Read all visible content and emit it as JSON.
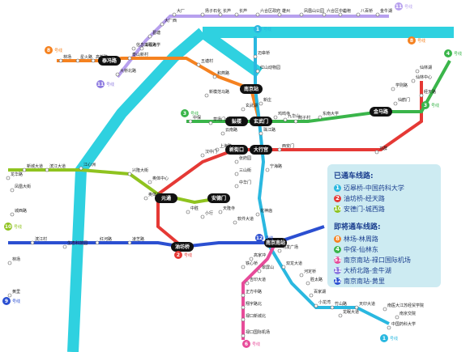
{
  "colors": {
    "water": "#2fd1e0",
    "line1": "#2ab8e0",
    "line2": "#f58220",
    "line3": "#3ab54a",
    "line4": "#f5a623",
    "line5": "#8fc31f",
    "line6": "#e74c9a",
    "line7": "#21a0c9",
    "line8": "#7a4fd6",
    "line9": "#2b4fd1",
    "line10": "#e53935",
    "line11": "#b7a0ee",
    "station": "#ffffff",
    "hub": "#111111"
  },
  "badges": [
    {
      "id": "b11a",
      "num": "11",
      "name": "号线",
      "color": "#b7a0ee"
    },
    {
      "id": "b8",
      "num": "8",
      "name": "号线",
      "color": "#f58220"
    },
    {
      "id": "b11b",
      "num": "11",
      "name": "号线",
      "color": "#8e7be0"
    },
    {
      "id": "b1a",
      "num": "1",
      "name": "号线",
      "color": "#2ab8e0"
    },
    {
      "id": "b8b",
      "num": "8",
      "name": "号线",
      "color": "#f58220"
    },
    {
      "id": "b4",
      "num": "4",
      "name": "号线",
      "color": "#3ab54a"
    },
    {
      "id": "b3a",
      "num": "3",
      "name": "号线",
      "color": "#3ab54a"
    },
    {
      "id": "b3b",
      "num": "3",
      "name": "号线",
      "color": "#3ab54a"
    },
    {
      "id": "b10",
      "num": "10",
      "name": "号线",
      "color": "#8fc31f"
    },
    {
      "id": "b2",
      "num": "2",
      "name": "号线",
      "color": "#e53935"
    },
    {
      "id": "b12",
      "num": "12",
      "name": "号线",
      "color": "#2b4fd1"
    },
    {
      "id": "b9",
      "num": "9",
      "name": "号线",
      "color": "#2b4fd1"
    },
    {
      "id": "b6",
      "num": "6",
      "name": "号线",
      "color": "#e74c9a"
    },
    {
      "id": "b1b",
      "num": "1",
      "name": "号线",
      "color": "#2ab8e0"
    }
  ],
  "hubs": [
    {
      "id": "h1",
      "name": "泰冯路"
    },
    {
      "id": "h2",
      "name": "南京站"
    },
    {
      "id": "h3",
      "name": "鼓楼"
    },
    {
      "id": "h4",
      "name": "玄武门"
    },
    {
      "id": "h5",
      "name": "新街口"
    },
    {
      "id": "h6",
      "name": "大行宫"
    },
    {
      "id": "h7",
      "name": "金马路"
    },
    {
      "id": "h8",
      "name": "元通"
    },
    {
      "id": "h9",
      "name": "安德门"
    },
    {
      "id": "h10",
      "name": "油坊桥"
    },
    {
      "id": "h11",
      "name": "南京南站"
    }
  ],
  "stations": [
    {
      "id": "s1",
      "name": "大厂"
    },
    {
      "id": "s2",
      "name": "扬子石化"
    },
    {
      "id": "s3",
      "name": "长芦"
    },
    {
      "id": "s4",
      "name": "长芦"
    },
    {
      "id": "s5",
      "name": "六合区政府"
    },
    {
      "id": "s6",
      "name": "雄州"
    },
    {
      "id": "s7",
      "name": "凤凰山公园"
    },
    {
      "id": "s8",
      "name": "六合区中心"
    },
    {
      "id": "s9",
      "name": "龙袍"
    },
    {
      "id": "s10",
      "name": "八百桥"
    },
    {
      "id": "s11",
      "name": "金牛湖"
    },
    {
      "id": "s12",
      "name": "大厂西"
    },
    {
      "id": "s13",
      "name": "葛塘"
    },
    {
      "id": "s14",
      "name": "信息工程大学"
    },
    {
      "id": "s15",
      "name": "林场"
    },
    {
      "id": "s16",
      "name": "星火路"
    },
    {
      "id": "s17",
      "name": "高新路"
    },
    {
      "id": "s18",
      "name": "泰山新村"
    },
    {
      "id": "s19",
      "name": "浦珠路"
    },
    {
      "id": "s20",
      "name": "大桥北路"
    },
    {
      "id": "s21",
      "name": "迈皋桥"
    },
    {
      "id": "s22",
      "name": "红山动物园"
    },
    {
      "id": "s23",
      "name": "玄武湖"
    },
    {
      "id": "s24",
      "name": "五塘村"
    },
    {
      "id": "s25",
      "name": "和燕路"
    },
    {
      "id": "s26",
      "name": "新模范马路"
    },
    {
      "id": "s27",
      "name": "新庄"
    },
    {
      "id": "s28",
      "name": "仙林湖"
    },
    {
      "id": "s29",
      "name": "经天路"
    },
    {
      "id": "s30",
      "name": "学则路"
    },
    {
      "id": "s31",
      "name": "仙鹤门"
    },
    {
      "id": "s32",
      "name": "仙林中心"
    },
    {
      "id": "s33",
      "name": "马群"
    },
    {
      "id": "s34",
      "name": "九华山"
    },
    {
      "id": "s35",
      "name": "岗子村"
    },
    {
      "id": "s36",
      "name": "东南大学"
    },
    {
      "id": "s37",
      "name": "中保"
    },
    {
      "id": "s38",
      "name": "草场门大学城"
    },
    {
      "id": "s39",
      "name": "云南路"
    },
    {
      "id": "s40",
      "name": "鸡鸣寺"
    },
    {
      "id": "s41",
      "name": "上海路"
    },
    {
      "id": "s42",
      "name": "珠江路"
    },
    {
      "id": "s43",
      "name": "汉中门"
    },
    {
      "id": "s44",
      "name": "西安门"
    },
    {
      "id": "s45",
      "name": "张府园"
    },
    {
      "id": "s46",
      "name": "三山街"
    },
    {
      "id": "s47",
      "name": "中华门"
    },
    {
      "id": "s48",
      "name": "天隆寺"
    },
    {
      "id": "s49",
      "name": "软件大道"
    },
    {
      "id": "s50",
      "name": "花神庙"
    },
    {
      "id": "s51",
      "name": "宁海路"
    },
    {
      "id": "s52",
      "name": "新城大道"
    },
    {
      "id": "s53",
      "name": "滨江大道"
    },
    {
      "id": "s54",
      "name": "江心洲"
    },
    {
      "id": "s55",
      "name": "奥体中心"
    },
    {
      "id": "s56",
      "name": "兴隆大街"
    },
    {
      "id": "s57",
      "name": "奥体东"
    },
    {
      "id": "s58",
      "name": "中胜"
    },
    {
      "id": "s59",
      "name": "小行"
    },
    {
      "id": "s60",
      "name": "凤凰大街"
    },
    {
      "id": "s61",
      "name": "城西路"
    },
    {
      "id": "s62",
      "name": "龙华路"
    },
    {
      "id": "s63",
      "name": "滨江村"
    },
    {
      "id": "s64",
      "name": "生态科技园"
    },
    {
      "id": "s65",
      "name": "红河路"
    },
    {
      "id": "s66",
      "name": "凌芝路"
    },
    {
      "id": "s67",
      "name": "双龙大道"
    },
    {
      "id": "s68",
      "name": "明发广场"
    },
    {
      "id": "s69",
      "name": "河定桥"
    },
    {
      "id": "s70",
      "name": "胜太路"
    },
    {
      "id": "s71",
      "name": "百家湖"
    },
    {
      "id": "s72",
      "name": "小龙湾"
    },
    {
      "id": "s73",
      "name": "竹山路"
    },
    {
      "id": "s74",
      "name": "天印大道"
    },
    {
      "id": "s75",
      "name": "龙眠大道"
    },
    {
      "id": "s76",
      "name": "南医大江苏经贸学院"
    },
    {
      "id": "s77",
      "name": "南京交院"
    },
    {
      "id": "s78",
      "name": "中国药科大学"
    },
    {
      "id": "s79",
      "name": "翠屏山"
    },
    {
      "id": "s80",
      "name": "吉印大道"
    },
    {
      "id": "s81",
      "name": "正方中路"
    },
    {
      "id": "s82",
      "name": "翔宇路北"
    },
    {
      "id": "s83",
      "name": "禄口新城北"
    },
    {
      "id": "s84",
      "name": "禄口国际机场"
    },
    {
      "id": "s85",
      "name": "铁心桥"
    },
    {
      "id": "s86",
      "name": "高家冲"
    },
    {
      "id": "s87",
      "name": "林场"
    },
    {
      "id": "s88",
      "name": "黄里"
    }
  ],
  "legend": {
    "open_title": "已通车线路:",
    "open": [
      {
        "num": "1",
        "text": "迈皋桥-中国药科大学",
        "color": "#2ab8e0"
      },
      {
        "num": "2",
        "text": "油坊桥-经天路",
        "color": "#e53935"
      },
      {
        "num": "10",
        "text": "安德门-城西路",
        "color": "#8fc31f"
      }
    ],
    "soon_title": "即将通车线路:",
    "soon": [
      {
        "num": "8",
        "text": "林场-林周路",
        "color": "#f58220"
      },
      {
        "num": "4",
        "text": "中保-仙林东",
        "color": "#3ab54a"
      },
      {
        "num": "S1",
        "text": "南京南站-禄口国际机场",
        "color": "#e74c9a"
      },
      {
        "num": "11",
        "text": "大桥北路-金牛湖",
        "color": "#8e7be0"
      },
      {
        "num": "12",
        "text": "南京南站-黄里",
        "color": "#2b4fd1"
      }
    ]
  }
}
